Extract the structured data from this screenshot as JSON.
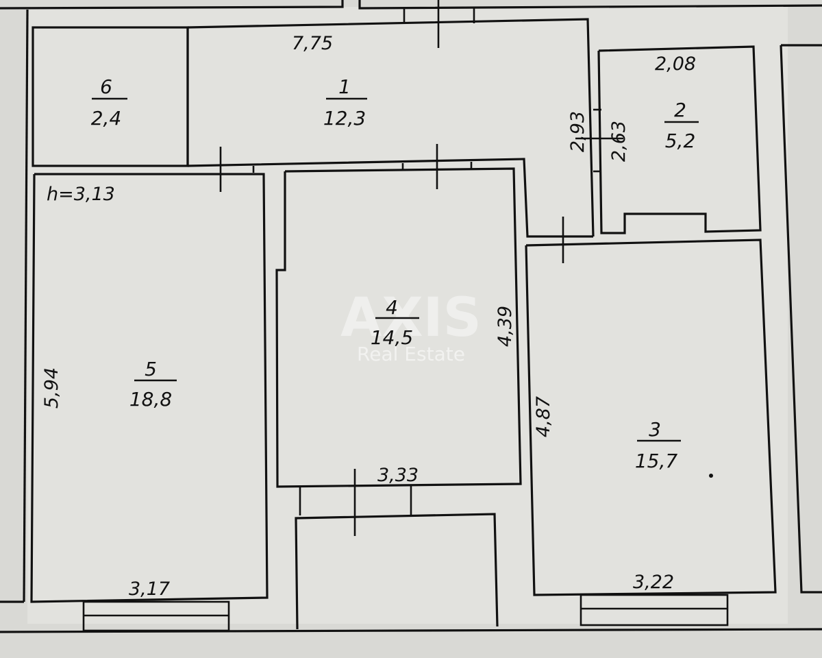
{
  "plan": {
    "ceiling_height": "h=3,13",
    "rooms": [
      {
        "number": "1",
        "area": "12,3"
      },
      {
        "number": "2",
        "area": "5,2"
      },
      {
        "number": "3",
        "area": "15,7"
      },
      {
        "number": "4",
        "area": "14,5"
      },
      {
        "number": "5",
        "area": "18,8"
      },
      {
        "number": "6",
        "area": "2,4"
      }
    ],
    "dimensions": {
      "room1_width": "7,75",
      "room2_width": "2,08",
      "room2_height": "2,63",
      "corridor_length": "2,93",
      "room4_height": "4,39",
      "room4_width": "3,33",
      "room3_height": "4,87",
      "room3_width": "3,22",
      "room5_height": "5,94",
      "room5_width": "3,17"
    }
  },
  "watermark": {
    "brand": "AXIS",
    "subtitle": "Real Estate"
  },
  "colors": {
    "background": "#d9d9d5",
    "lines": "#111111"
  }
}
